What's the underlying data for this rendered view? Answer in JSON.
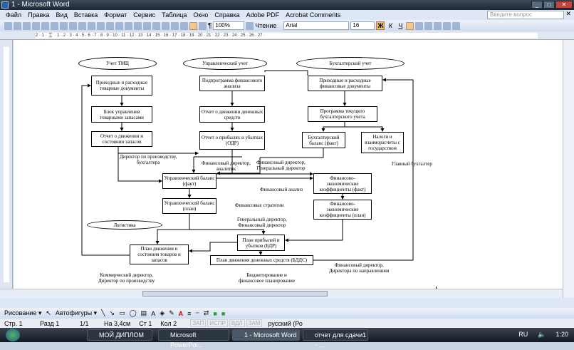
{
  "window": {
    "title": "1 - Microsoft Word"
  },
  "menu": [
    "Файл",
    "Правка",
    "Вид",
    "Вставка",
    "Формат",
    "Сервис",
    "Таблица",
    "Окно",
    "Справка",
    "Adobe PDF",
    "Acrobat Comments"
  ],
  "help_placeholder": "Введите вопрос",
  "toolbar": {
    "zoom": "100%",
    "reading": "Чтение",
    "font": "Arial",
    "size": "16",
    "bold": "Ж",
    "italic": "К",
    "underline": "Ч"
  },
  "ruler": "2 · 1 · ⌛ · 1 · 2 · 3 · 4 · 5 · 6 · 7 · 8 · 9 · 10 · 11 · 12 · 13 · 14 · 15 · 16 · 17 · 18 · 19 · 20 · 21 · 22 · 23 · 24 · 25 · 26 · 27 ·",
  "diagram": {
    "ellipses": {
      "tmc": "Учет ТМЦ",
      "mgmt": "Управленческий учет",
      "acct": "Бухгалтерский учет",
      "logistics": "Логистика"
    },
    "boxes": {
      "b1": "Приходные и расходные товарные документы",
      "b2": "Блок управления товарными запасами",
      "b3": "Отчет о движении и состоянии запасов",
      "b4": "Подпрограмма финансового анализа",
      "b5": "Отчет о движении денежных средств",
      "b6": "Отчет о прибылях и убытках (ОДР)",
      "b7": "Приходные и расходные финансовые документы",
      "b8": "Программа текущего бухгалтерского учета",
      "b9": "Бухгалтерский баланс (факт)",
      "b10": "Налоги и взаиморасчеты с государством",
      "b11": "Управленческий баланс (факт)",
      "b12": "Управленческий баланс (план)",
      "b13": "Финансово-экономические коэффициенты (факт)",
      "b14": "Финансово-экономические коэффициенты (план)",
      "b15": "План прибылей и убытков (БДР)",
      "b16": "План движения и состояния товаров и запасов",
      "b17": "План движения денежных средств (БДДС)"
    },
    "labels": {
      "l1": "Директор по производству,\nбухгалтера",
      "l2": "Финансовый директор,\nаналитик",
      "l3": "Финансовый директор,\nГенеральный директор",
      "l4": "Главный бухгалтер",
      "l5": "Финансовый анализ",
      "l6": "Финансовые стратегии",
      "l7": "Генеральный директор,\nФинансовый директор",
      "l8": "Коммерческий директор,\nДиректор по производству",
      "l9": "Бюджетирование и\nфинансовое планирование",
      "l10": "Финансовый директор,\nДиректора по направлениям"
    }
  },
  "drawbar": {
    "draw": "Рисование ▾",
    "autoshapes": "Автофигуры ▾"
  },
  "status": {
    "page": "Стр. 1",
    "section": "Разд 1",
    "pages": "1/1",
    "at": "На 3,4см",
    "line": "Ст 1",
    "col": "Кол 2",
    "rec": "ЗАП",
    "trk": "ИСПР",
    "ext": "ВДЛ",
    "ovr": "ЗАМ",
    "lang": "русский (Ро"
  },
  "taskbar": {
    "items": [
      "МОЙ ДИПЛОМ",
      "Microsoft PowerPoi...",
      "1 - Microsoft Word",
      "отчет для сдачи1 - ..."
    ],
    "lang": "RU",
    "time": "1:20"
  }
}
